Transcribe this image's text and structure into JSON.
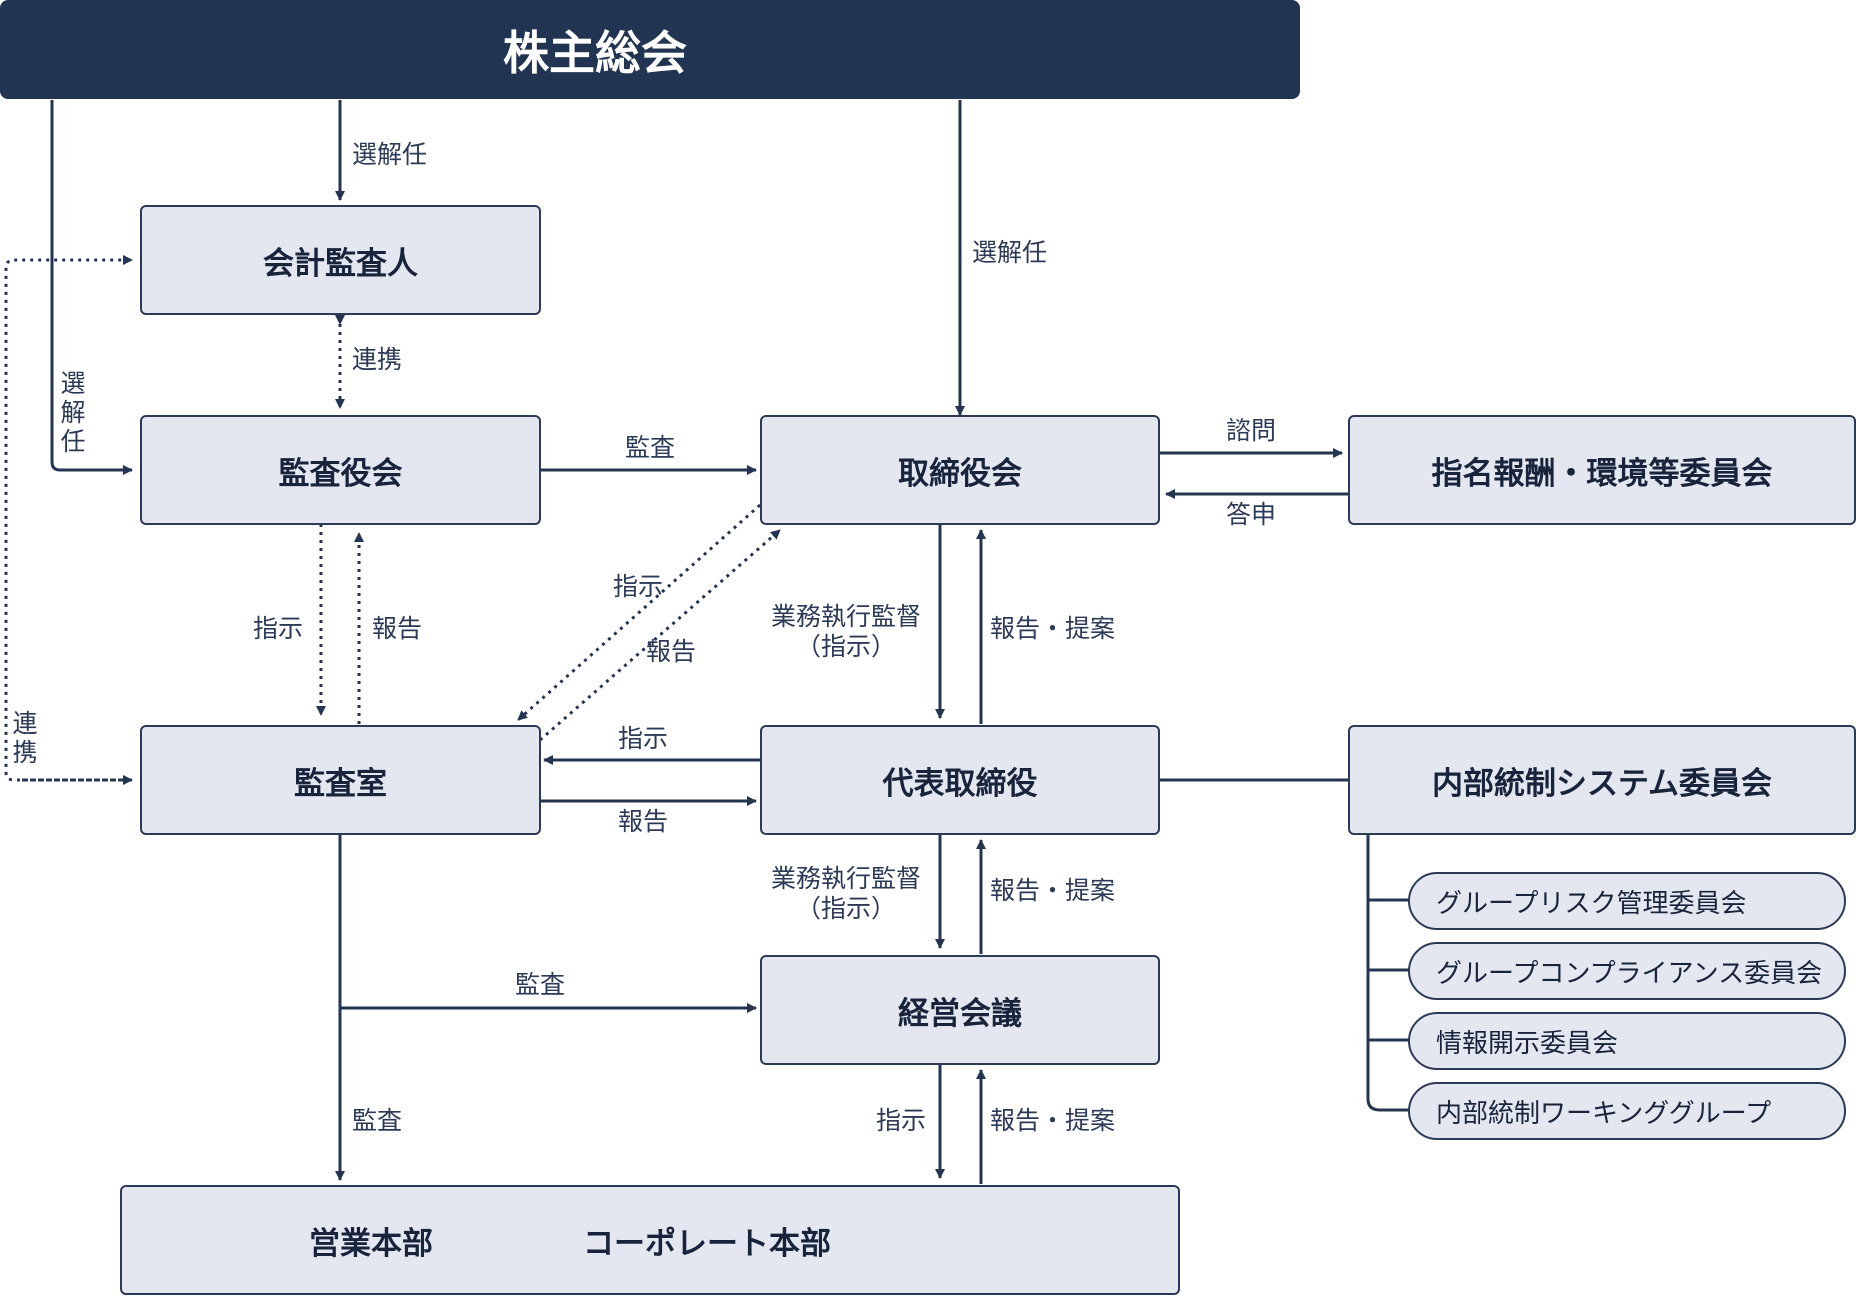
{
  "nodes": {
    "shareholders": "株主総会",
    "accounting_auditor": "会計監査人",
    "audit_board": "監査役会",
    "board": "取締役会",
    "committee": "指名報酬・環境等委員会",
    "audit_office": "監査室",
    "representative": "代表取締役",
    "internal_control": "内部統制システム委員会",
    "management_meeting": "経営会議",
    "sales_hq": "営業本部",
    "corporate_hq": "コーポレート本部"
  },
  "subcommittees": [
    "グループリスク管理委員会",
    "グループコンプライアンス委員会",
    "情報開示委員会",
    "内部統制ワーキンググループ"
  ],
  "labels": {
    "select_dismiss": "選解任",
    "select_dismiss_vertical": [
      "選",
      "解",
      "任"
    ],
    "cooperation": "連携",
    "cooperation_vertical": [
      "連",
      "携"
    ],
    "audit": "監査",
    "consult": "諮問",
    "report_back": "答申",
    "instruct": "指示",
    "report": "報告",
    "exec_supervision": "業務執行監督",
    "exec_supervision_paren": "（指示）",
    "report_propose": "報告・提案"
  }
}
